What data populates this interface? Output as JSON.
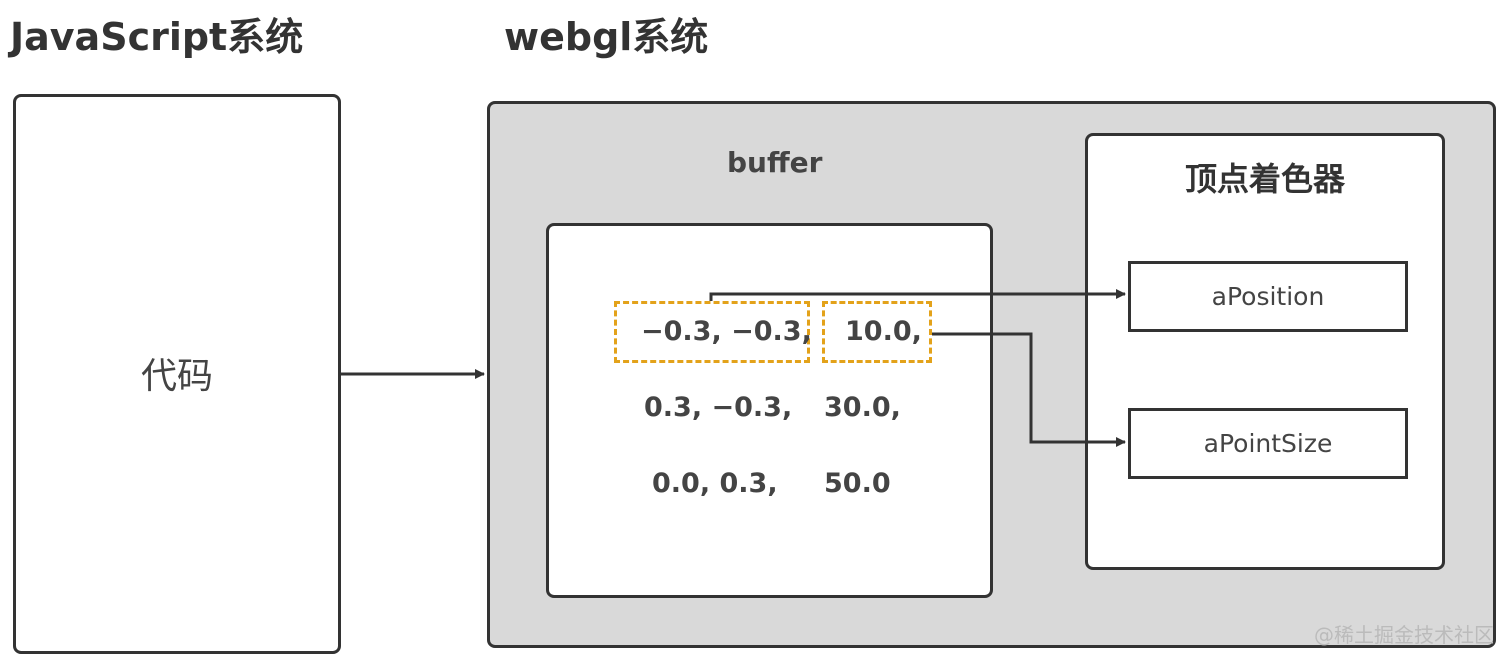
{
  "titles": {
    "javascript": "JavaScript系统",
    "webgl": "webgl系统"
  },
  "javascript_box": {
    "label": "代码"
  },
  "buffer": {
    "title": "buffer",
    "rows": [
      {
        "position": "−0.3, −0.3,",
        "point_size": "10.0,"
      },
      {
        "position": "0.3, −0.3,",
        "point_size": "30.0,"
      },
      {
        "position": "0.0, 0.3,",
        "point_size": "50.0"
      }
    ]
  },
  "vertex_shader": {
    "title": "顶点着色器",
    "attributes": [
      "aPosition",
      "aPointSize"
    ]
  },
  "colors": {
    "highlight_dash": "#e3a21a",
    "stroke": "#333333",
    "webgl_background": "#d9d9d9"
  },
  "watermark": "@稀土掘金技术社区"
}
